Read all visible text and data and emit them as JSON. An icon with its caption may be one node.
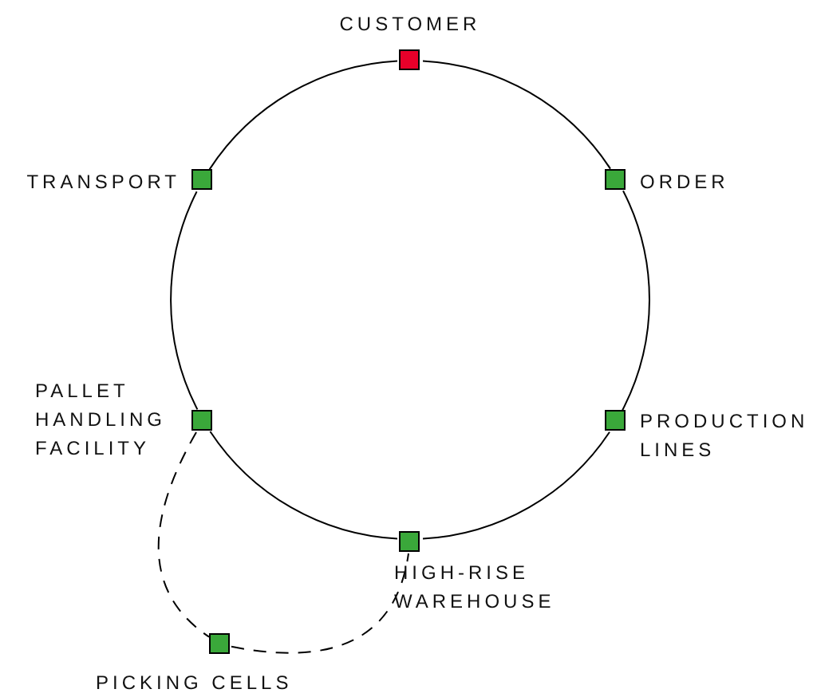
{
  "diagram": {
    "nodes": [
      {
        "text": [
          "CUSTOMER"
        ]
      },
      {
        "text": [
          "ORDER"
        ]
      },
      {
        "text": [
          "PRODUCTION LINES"
        ]
      },
      {
        "text": [
          "HIGH-RISE WAREHOUSE"
        ]
      },
      {
        "text": [
          "PALLET HANDLING FACILITY"
        ]
      },
      {
        "text": [
          "TRANSPORT"
        ]
      },
      {
        "text": [
          "PICKING CELLS"
        ]
      }
    ],
    "edges": [
      {
        "from": 0,
        "to": 1,
        "arrow": "none"
      },
      {
        "from": 1,
        "to": 2,
        "arrow": "none"
      },
      {
        "from": 2,
        "to": 3,
        "arrow": "none"
      },
      {
        "from": 3,
        "to": 4,
        "arrow": "none"
      },
      {
        "from": 4,
        "to": 5,
        "arrow": "none"
      },
      {
        "from": 5,
        "to": 0,
        "arrow": "none"
      },
      {
        "from": 4,
        "to": 6,
        "arrow": "none",
        "style": "dashed"
      },
      {
        "from": 6,
        "to": 3,
        "arrow": "none",
        "style": "dashed"
      }
    ]
  }
}
